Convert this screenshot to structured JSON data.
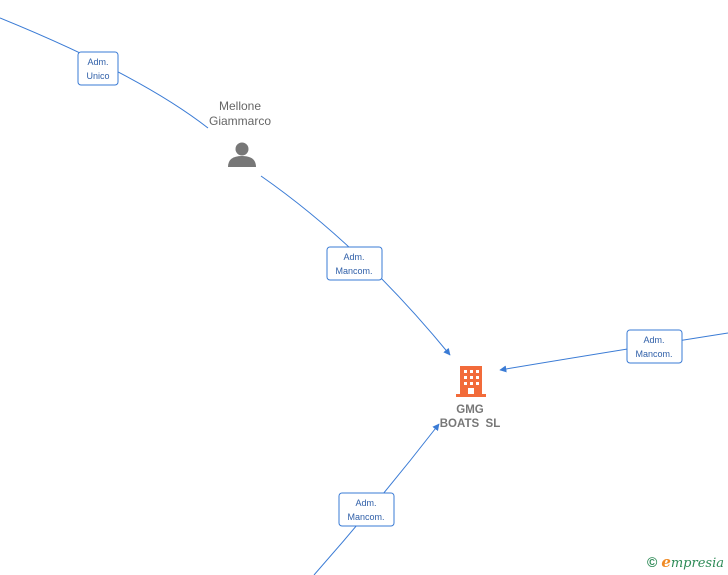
{
  "nodes": {
    "person": {
      "name_line1": "Mellone",
      "name_line2": "Giammarco",
      "icon": "person-icon"
    },
    "company": {
      "name_line1": "GMG",
      "name_line2": "BOATS  SL",
      "icon": "building-icon"
    }
  },
  "edges": [
    {
      "label_line1": "Adm.",
      "label_line2": "Unico"
    },
    {
      "label_line1": "Adm.",
      "label_line2": "Mancom."
    },
    {
      "label_line1": "Adm.",
      "label_line2": "Mancom."
    },
    {
      "label_line1": "Adm.",
      "label_line2": "Mancom."
    }
  ],
  "footer": {
    "copyright_symbol": "©",
    "brand_initial": "e",
    "brand_rest": "mpresia"
  },
  "colors": {
    "edge": "#3a7bd5",
    "company_icon": "#f26b3a",
    "person_icon": "#777777",
    "brand": "#2e8b57"
  }
}
